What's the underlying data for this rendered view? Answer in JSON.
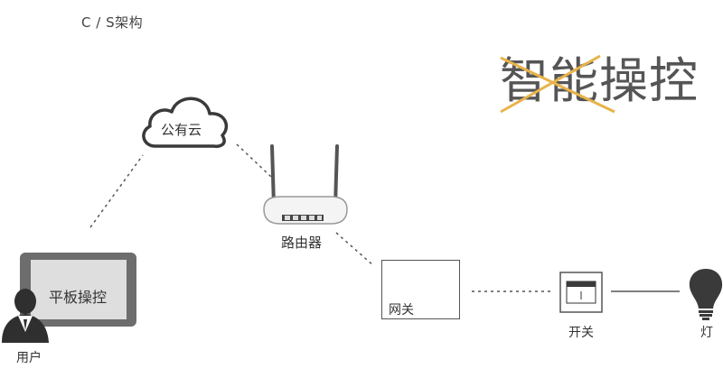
{
  "header": {
    "title": "C / S架构"
  },
  "headline": {
    "text": "智能操控",
    "crossed_chars": "智能",
    "cross_color": "#e8b34a"
  },
  "nodes": {
    "cloud": {
      "label": "公有云",
      "icon": "cloud-icon"
    },
    "router": {
      "label": "路由器",
      "icon": "router-icon"
    },
    "tablet": {
      "label": "平板操控",
      "icon": "tablet-icon"
    },
    "user": {
      "label": "用户",
      "icon": "user-icon"
    },
    "gateway": {
      "label": "网关"
    },
    "switch": {
      "label": "开关",
      "icon": "switch-icon"
    },
    "lamp": {
      "label": "灯",
      "icon": "lightbulb-icon"
    }
  },
  "colors": {
    "line": "#555555",
    "icon_dark": "#3a3a3a",
    "icon_gray": "#7a7a7a",
    "accent": "#e8b34a"
  }
}
